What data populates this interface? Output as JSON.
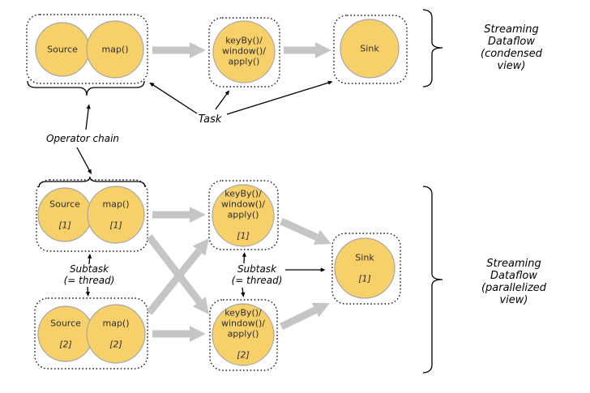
{
  "colors": {
    "node_fill": "#F8D06A",
    "node_stroke": "#A6A6A6",
    "flow_arrow": "#C5C5C5",
    "outline": "#000000"
  },
  "condensed": {
    "chain": {
      "source": "Source",
      "map": "map()"
    },
    "keyby": "keyBy()/\nwindow()/\napply()",
    "sink": "Sink",
    "bracket": "Streaming Dataflow\n(condensed view)"
  },
  "parallel": {
    "chain1": {
      "source": "Source",
      "map": "map()",
      "sub": "[1]"
    },
    "chain2": {
      "source": "Source",
      "map": "map()",
      "sub": "[2]"
    },
    "keyby1": {
      "label": "keyBy()/\nwindow()/\napply()",
      "sub": "[1]"
    },
    "keyby2": {
      "label": "keyBy()/\nwindow()/\napply()",
      "sub": "[2]"
    },
    "sink1": {
      "label": "Sink",
      "sub": "[1]"
    },
    "bracket": "Streaming Dataflow\n(parallelized view)"
  },
  "annotations": {
    "task": "Task",
    "operator_chain": "Operator chain",
    "subtask_left": "Subtask\n(= thread)",
    "subtask_right": "Subtask\n(= thread)"
  }
}
